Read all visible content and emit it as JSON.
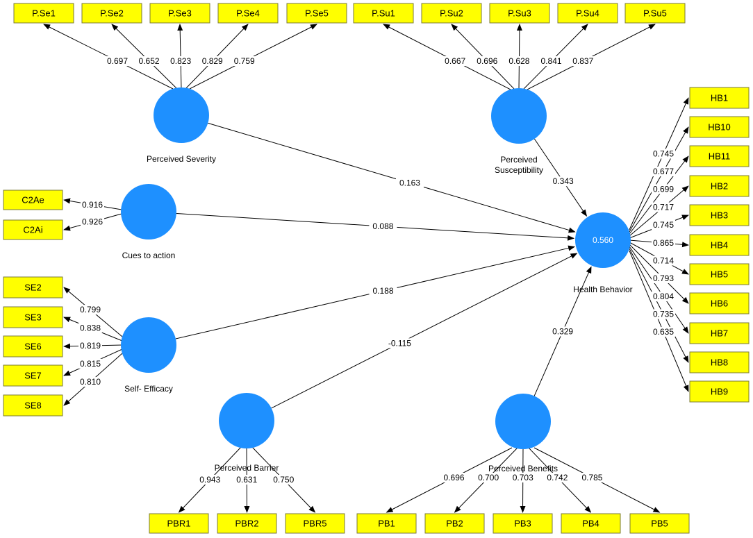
{
  "diagram": {
    "latent": {
      "severity": {
        "label": "Perceived Severity"
      },
      "susceptibility": {
        "label_lines": [
          "Perceived",
          "Susceptibility"
        ]
      },
      "cues": {
        "label": "Cues to action"
      },
      "efficacy": {
        "label": "Self- Efficacy"
      },
      "barrier": {
        "label": "Perceived Barrier"
      },
      "benefits": {
        "label": "Perceived Benefits"
      },
      "behavior": {
        "label": "Health Behavior",
        "r2": "0.560"
      }
    },
    "paths": {
      "severity": "0.163",
      "susceptibility": "0.343",
      "cues": "0.088",
      "efficacy": "0.188",
      "barrier": "-0.115",
      "benefits": "0.329"
    },
    "indicators": {
      "severity": [
        {
          "name": "P.Se1",
          "loading": "0.697"
        },
        {
          "name": "P.Se2",
          "loading": "0.652"
        },
        {
          "name": "P.Se3",
          "loading": "0.823"
        },
        {
          "name": "P.Se4",
          "loading": "0.829"
        },
        {
          "name": "P.Se5",
          "loading": "0.759"
        }
      ],
      "susceptibility": [
        {
          "name": "P.Su1",
          "loading": "0.667"
        },
        {
          "name": "P.Su2",
          "loading": "0.696"
        },
        {
          "name": "P.Su3",
          "loading": "0.628"
        },
        {
          "name": "P.Su4",
          "loading": "0.841"
        },
        {
          "name": "P.Su5",
          "loading": "0.837"
        }
      ],
      "cues": [
        {
          "name": "C2Ae",
          "loading": "0.916"
        },
        {
          "name": "C2Ai",
          "loading": "0.926"
        }
      ],
      "efficacy": [
        {
          "name": "SE2",
          "loading": "0.799"
        },
        {
          "name": "SE3",
          "loading": "0.838"
        },
        {
          "name": "SE6",
          "loading": "0.819"
        },
        {
          "name": "SE7",
          "loading": "0.815"
        },
        {
          "name": "SE8",
          "loading": "0.810"
        }
      ],
      "barrier": [
        {
          "name": "PBR1",
          "loading": "0.943"
        },
        {
          "name": "PBR2",
          "loading": "0.631"
        },
        {
          "name": "PBR5",
          "loading": "0.750"
        }
      ],
      "benefits": [
        {
          "name": "PB1",
          "loading": "0.696"
        },
        {
          "name": "PB2",
          "loading": "0.700"
        },
        {
          "name": "PB3",
          "loading": "0.703"
        },
        {
          "name": "PB4",
          "loading": "0.742"
        },
        {
          "name": "PB5",
          "loading": "0.785"
        }
      ],
      "behavior": [
        {
          "name": "HB1",
          "loading": "0.745"
        },
        {
          "name": "HB10",
          "loading": "0.677"
        },
        {
          "name": "HB11",
          "loading": "0.699"
        },
        {
          "name": "HB2",
          "loading": "0.717"
        },
        {
          "name": "HB3",
          "loading": "0.745"
        },
        {
          "name": "HB4",
          "loading": "0.865"
        },
        {
          "name": "HB5",
          "loading": "0.714"
        },
        {
          "name": "HB6",
          "loading": "0.793"
        },
        {
          "name": "HB7",
          "loading": "0.804"
        },
        {
          "name": "HB8",
          "loading": "0.735"
        },
        {
          "name": "HB9",
          "loading": "0.635"
        }
      ]
    },
    "colors": {
      "latent_fill": "#1e90ff",
      "indicator_fill": "#ffff00",
      "indicator_border": "#7a7a3a"
    }
  }
}
